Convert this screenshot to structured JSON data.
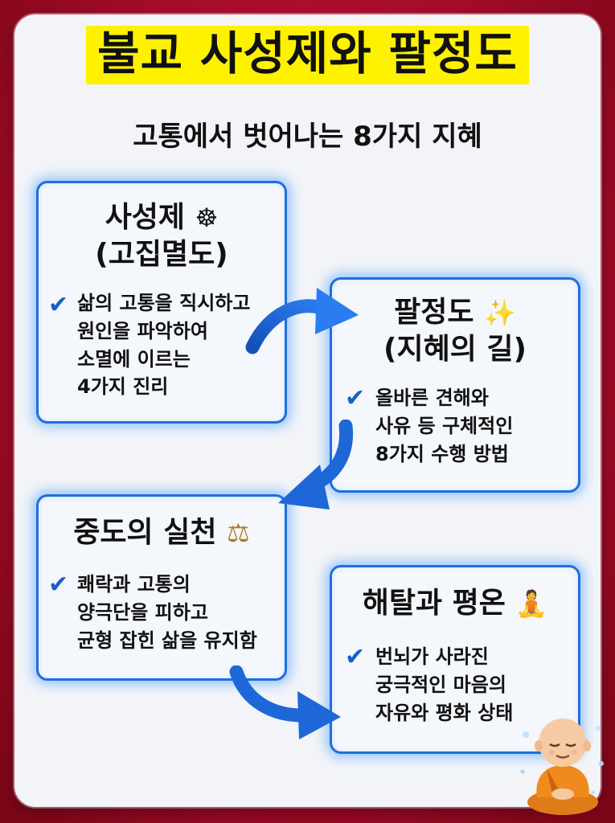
{
  "title": "불교 사성제와 팔정도",
  "subtitle": "고통에서 벗어나는 8가지 지혜",
  "cards": [
    {
      "title_line1": "사성제",
      "title_icon": "dharma-wheel-icon",
      "title_emoji": "☸",
      "title_line2": "(고집멸도)",
      "lines": [
        "삶의 고통을 직시하고",
        "원인을 파악하여",
        "소멸에 이르는",
        "4가지 진리"
      ]
    },
    {
      "title_line1": "팔정도",
      "title_icon": "sparkles-icon",
      "title_emoji": "✨",
      "title_line2": "(지혜의 길)",
      "lines": [
        "올바른 견해와",
        "사유 등 구체적인",
        "8가지 수행 방법"
      ]
    },
    {
      "title_line1": "중도의 실천",
      "title_icon": "balance-scale-icon",
      "title_emoji": "⚖",
      "lines": [
        "쾌락과 고통의",
        "양극단을 피하고",
        "균형 잡힌 삶을 유지함"
      ]
    },
    {
      "title_line1": "해탈과 평온",
      "title_icon": "meditation-icon",
      "title_emoji": "🧘",
      "lines": [
        "번뇌가 사라진",
        "궁극적인 마음의",
        "자유와 평화 상태"
      ]
    }
  ],
  "check_mark": "✔",
  "colors": {
    "accent": "#1e6fe0",
    "highlight": "#fff200",
    "background": "#b0102e"
  }
}
